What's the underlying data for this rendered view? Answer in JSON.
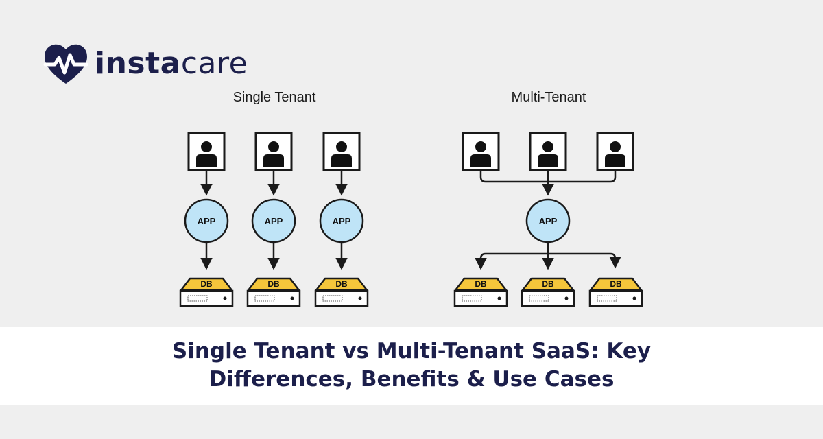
{
  "brand": {
    "name_bold": "insta",
    "name_light": "care"
  },
  "single_tenant": {
    "heading": "Single Tenant",
    "app_label": "APP",
    "db_label": "DB"
  },
  "multi_tenant": {
    "heading": "Multi-Tenant",
    "app_label": "APP",
    "db_label": "DB"
  },
  "footer": {
    "title": "Single Tenant vs Multi-Tenant SaaS: Key Differences, Benefits & Use Cases"
  },
  "colors": {
    "brand_navy": "#1c1f4b",
    "app_fill": "#bfe4f7",
    "db_top": "#f5c63b",
    "background": "#efefef"
  }
}
